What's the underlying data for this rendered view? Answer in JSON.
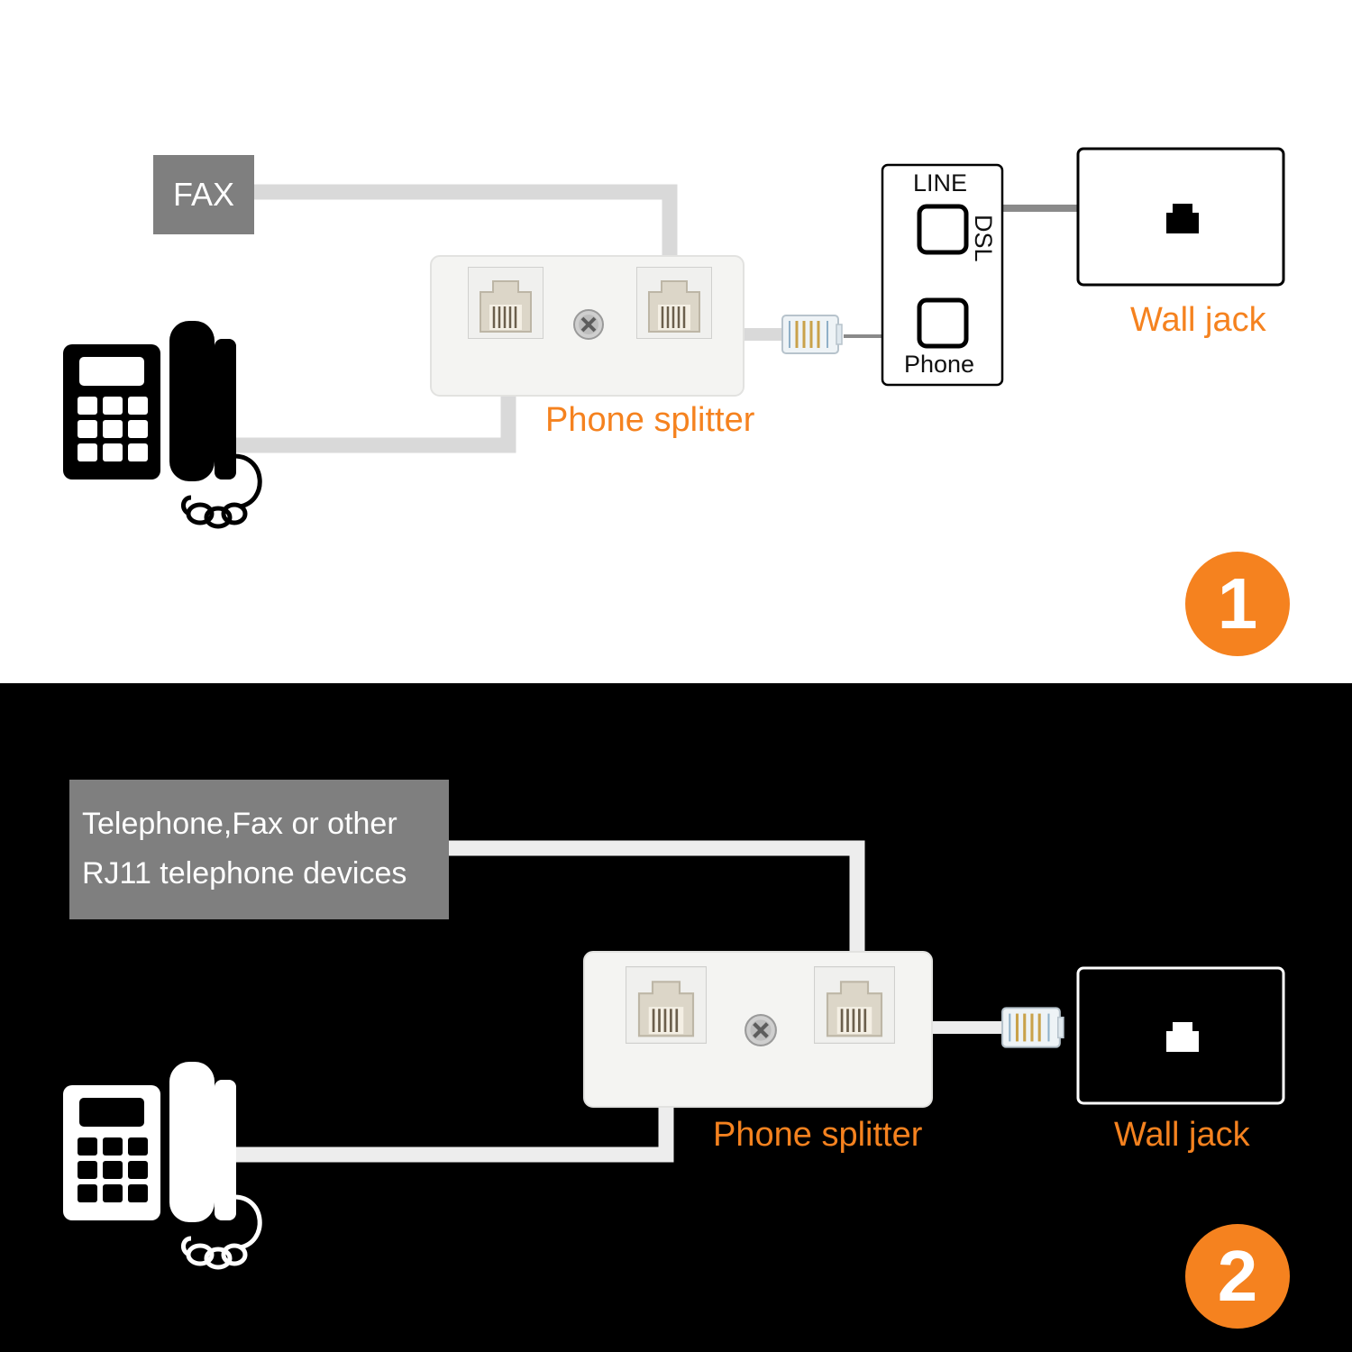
{
  "colors": {
    "accent": "#f5821f",
    "label_box": "#7f7f7f",
    "cable": "#d9d9d9",
    "panel1_bg": "#ffffff",
    "panel2_bg": "#000000"
  },
  "panel1": {
    "fax_label": "FAX",
    "splitter_label": "Phone splitter",
    "wall_jack_label": "Wall jack",
    "dsl_filter": {
      "line_label": "LINE",
      "dsl_label": "DSL",
      "phone_label": "Phone"
    },
    "step_number": "1",
    "icons": [
      "telephone-icon",
      "splitter",
      "rj11-plug",
      "dsl-filter",
      "wall-jack"
    ]
  },
  "panel2": {
    "device_label_line1": "Telephone,Fax or other",
    "device_label_line2": "RJ11 telephone devices",
    "splitter_label": "Phone splitter",
    "wall_jack_label": "Wall jack",
    "step_number": "2",
    "icons": [
      "telephone-icon",
      "splitter",
      "rj11-plug",
      "wall-jack"
    ]
  }
}
